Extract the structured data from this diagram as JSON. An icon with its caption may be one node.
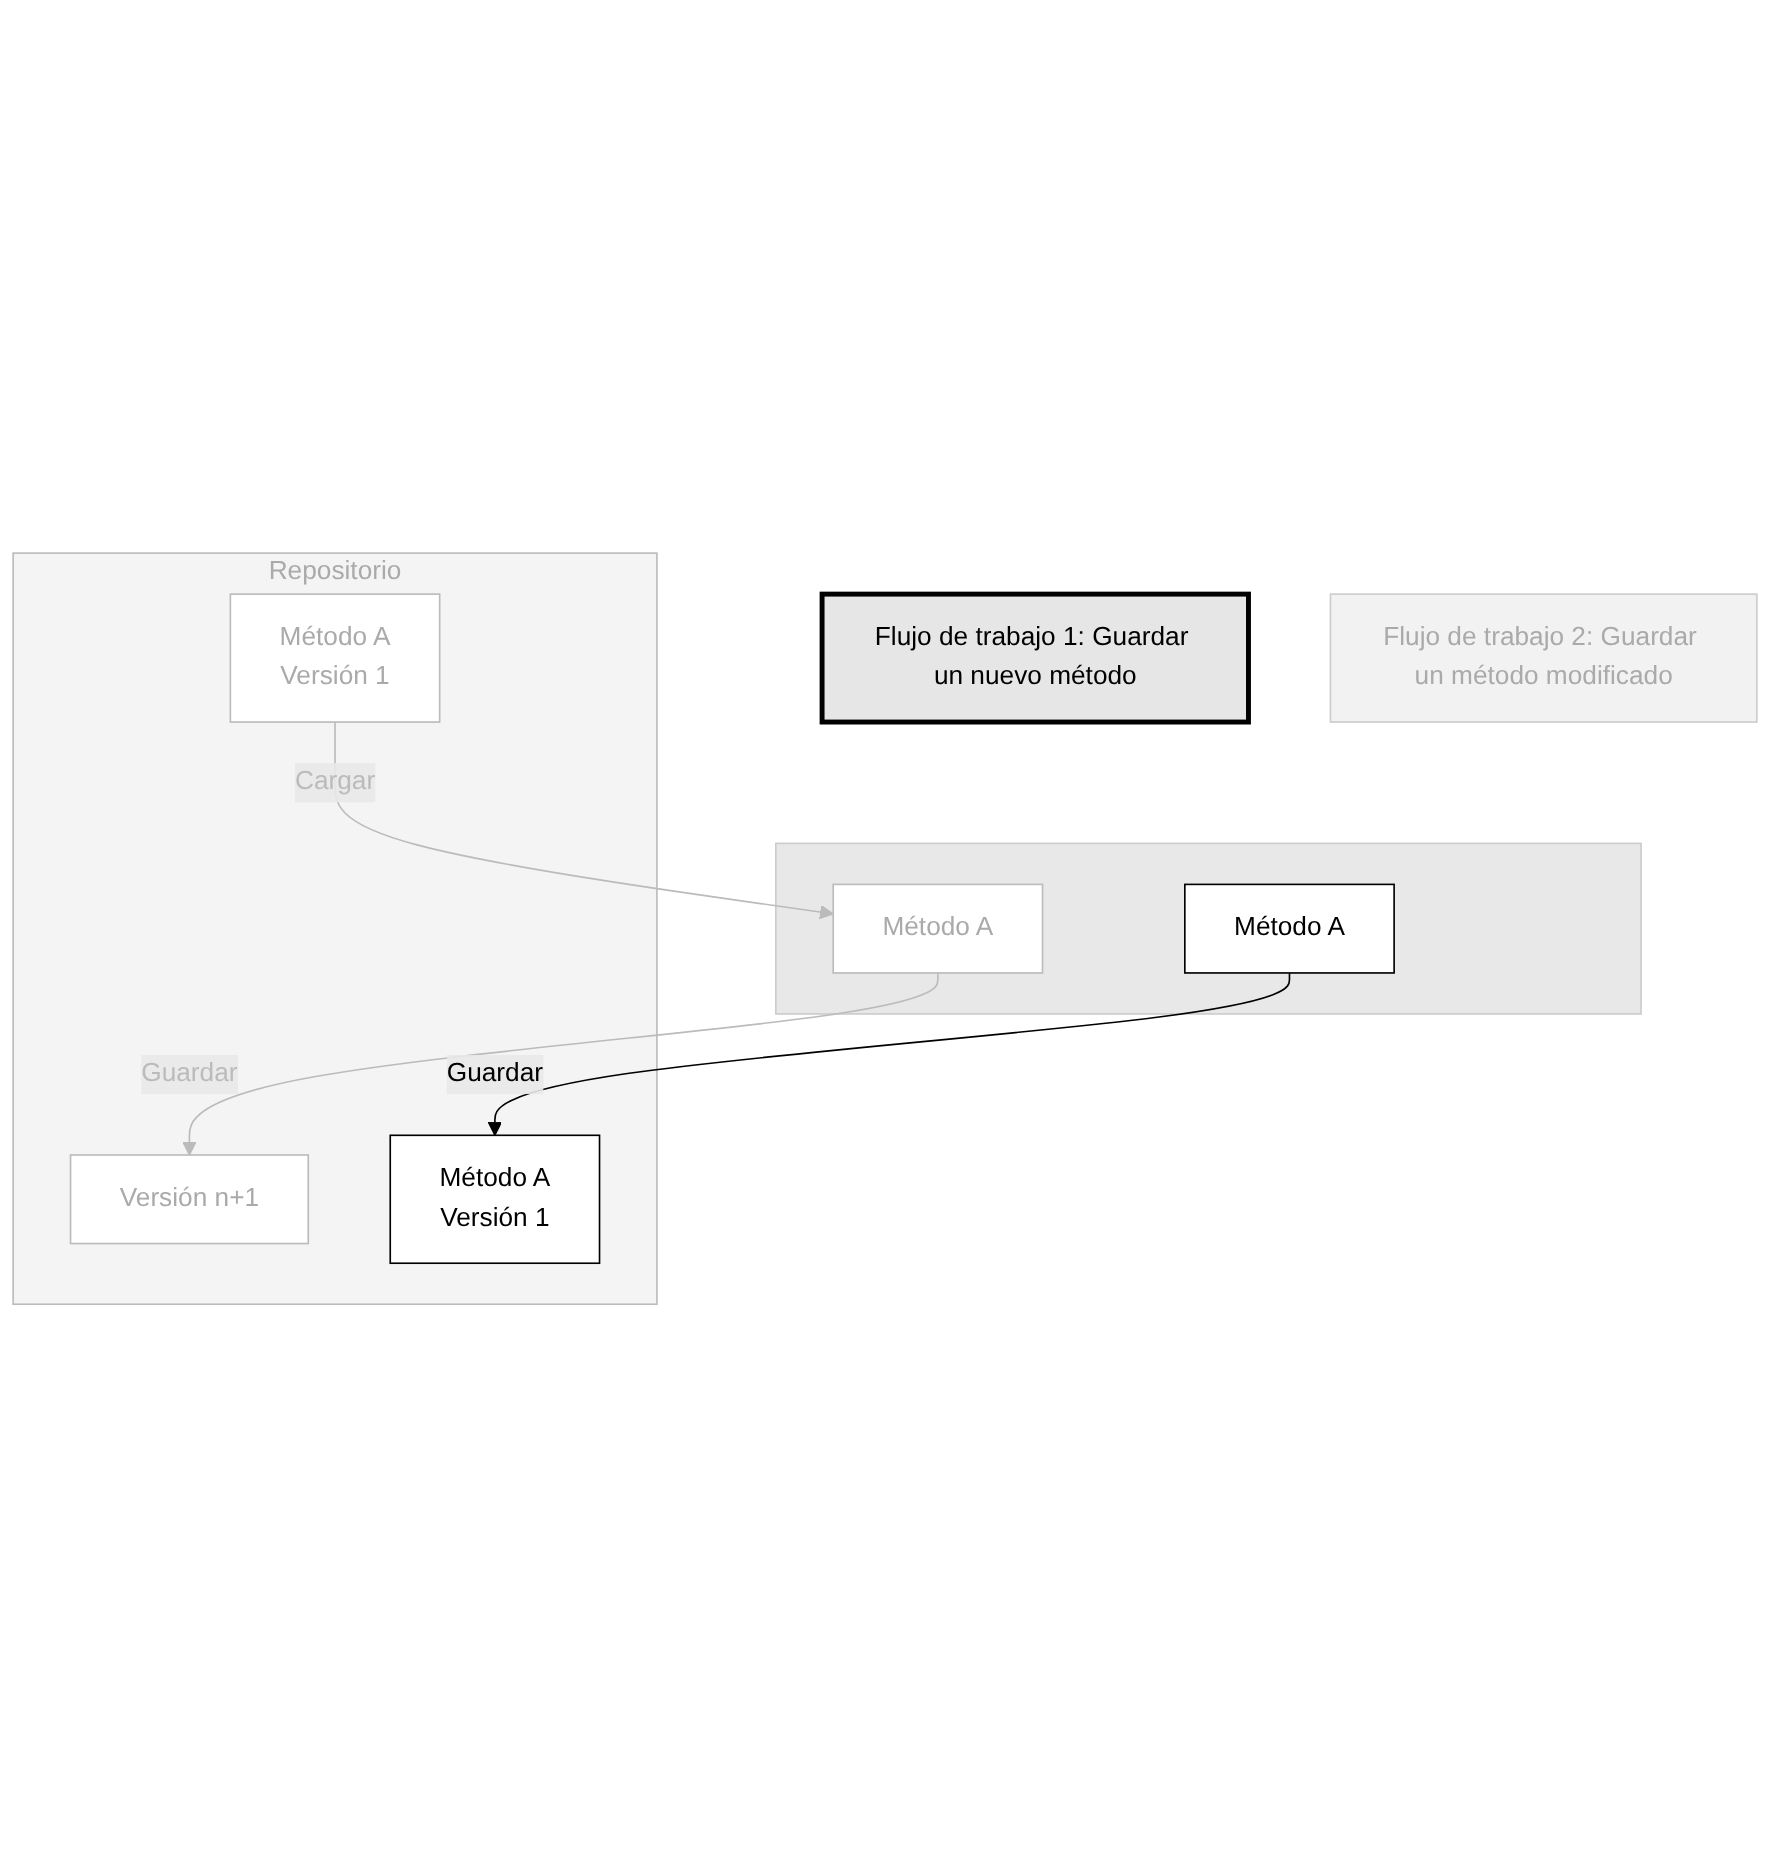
{
  "diagram": {
    "nodes": [
      {
        "text": [
          "Flujo de trabajo 1: Guardar un nuevo método"
        ]
      },
      {
        "text": [
          "Flujo de trabajo 2: Guardar un método modificado"
        ]
      },
      {
        "text": [],
        "shape": "band"
      },
      {
        "text": [
          "Método A"
        ],
        "in": 2
      },
      {
        "text": [
          "Método A"
        ],
        "in": 2
      },
      {
        "text": [
          "Repositorio"
        ]
      },
      {
        "text": [
          "Método A",
          "Versión 1"
        ],
        "in": 5
      },
      {
        "text": [
          "Método A",
          "Versión 1"
        ],
        "in": 5
      },
      {
        "text": [
          "Versión n+1"
        ],
        "in": 5
      }
    ],
    "edges": [
      {
        "from": 3,
        "to": 6,
        "arrow": "to",
        "label": "Guardar",
        "color": "#000000"
      },
      {
        "from": 7,
        "to": 4,
        "arrow": "to",
        "label": "Cargar"
      },
      {
        "from": 4,
        "to": 8,
        "arrow": "to",
        "label": "Guardar"
      }
    ]
  }
}
